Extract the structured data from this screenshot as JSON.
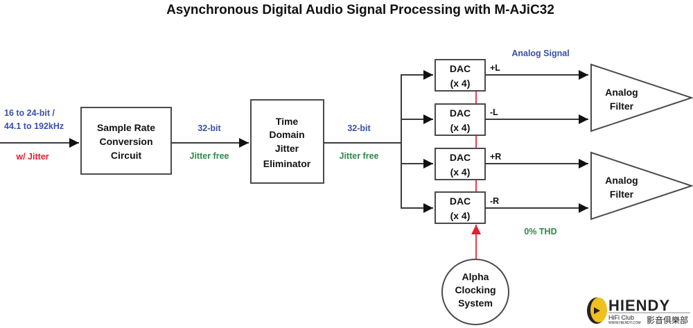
{
  "title": "Asynchronous Digital Audio Signal Processing with M-AJiC32",
  "input": {
    "format_line1": "16 to 24-bit /",
    "format_line2": "44.1 to 192kHz",
    "jitter_note": "w/ Jitter"
  },
  "src_block": {
    "lines": [
      "Sample Rate",
      "Conversion",
      "Circuit"
    ]
  },
  "link1": {
    "bits": "32-bit",
    "status": "Jitter free"
  },
  "tdje_block": {
    "lines": [
      "Time",
      "Domain",
      "Jitter",
      "Eliminator"
    ]
  },
  "link2": {
    "bits": "32-bit",
    "status": "Jitter free"
  },
  "analog_signal_label": "Analog Signal",
  "dacs": [
    {
      "name": "DAC",
      "mult": "(x 4)",
      "channel": "+L"
    },
    {
      "name": "DAC",
      "mult": "(x 4)",
      "channel": "-L"
    },
    {
      "name": "DAC",
      "mult": "(x 4)",
      "channel": "+R"
    },
    {
      "name": "DAC",
      "mult": "(x 4)",
      "channel": "-R"
    }
  ],
  "filters": [
    {
      "lines": [
        "Analog",
        "Filter"
      ]
    },
    {
      "lines": [
        "Analog",
        "Filter"
      ]
    }
  ],
  "thd_label": "0% THD",
  "clock": {
    "lines": [
      "Alpha",
      "Clocking",
      "System"
    ]
  },
  "logo": {
    "brand": "HIENDY",
    "sub": "HiFi Club",
    "url": "WWW.HIENDY.COM",
    "cjk": "影音俱樂部"
  },
  "colors": {
    "blue_label": "#3a50a8",
    "red_label": "#e02030",
    "green_label": "#2a8a4a",
    "clock_line": "#e04050",
    "logo_gold": "#f0c020"
  }
}
